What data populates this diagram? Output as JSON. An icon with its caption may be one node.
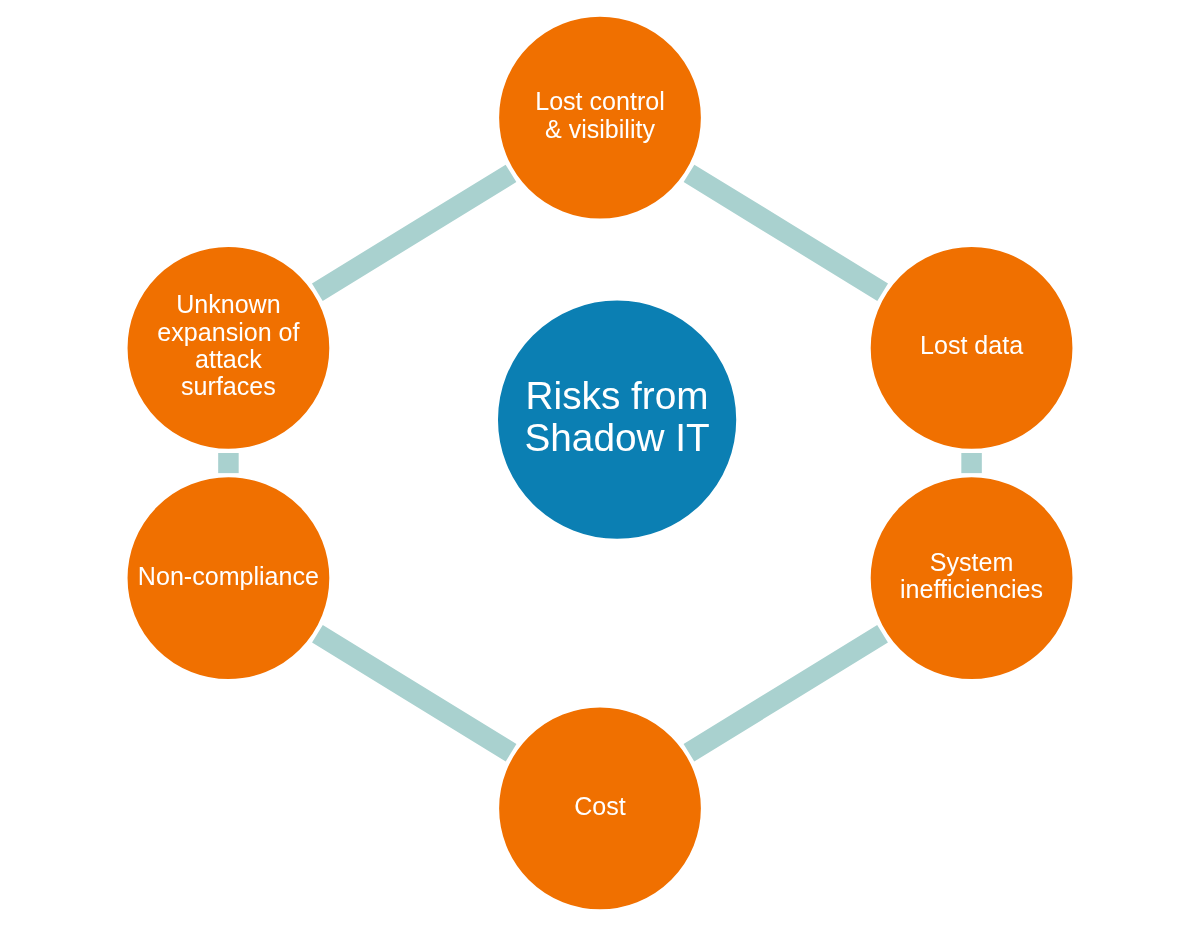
{
  "diagram": {
    "nodes": [
      {
        "text": [
          "Lost control & visibility"
        ]
      },
      {
        "text": [
          "Unknown expansion of attack surfaces"
        ]
      },
      {
        "text": [
          "Lost data"
        ]
      },
      {
        "text": [
          "Risks from Shadow IT"
        ]
      },
      {
        "text": [
          "Non-compliance"
        ]
      },
      {
        "text": [
          "System inefficiencies"
        ]
      },
      {
        "text": [
          "Cost"
        ]
      }
    ],
    "edges": [
      {
        "from": 0,
        "to": 1,
        "arrow": "none"
      },
      {
        "from": 1,
        "to": 4,
        "arrow": "none"
      },
      {
        "from": 4,
        "to": 6,
        "arrow": "none"
      },
      {
        "from": 5,
        "to": 6,
        "arrow": "none"
      },
      {
        "from": 2,
        "to": 5,
        "arrow": "none"
      },
      {
        "from": 0,
        "to": 2,
        "arrow": "none"
      }
    ]
  }
}
